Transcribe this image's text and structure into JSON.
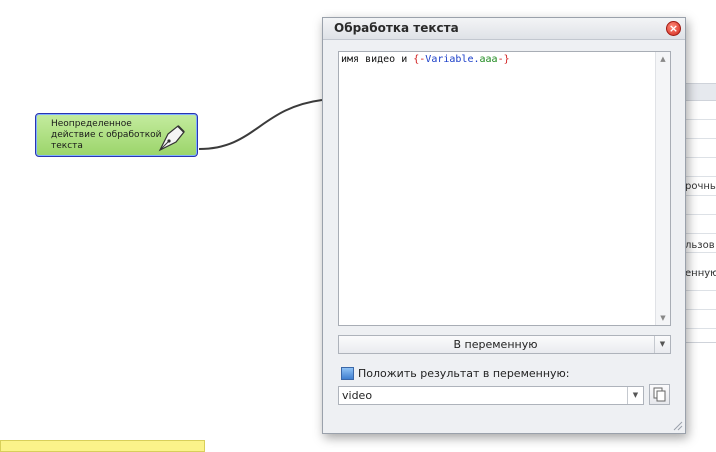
{
  "canvas": {
    "node": {
      "label": "Неопределенное действие с обработкой текста"
    },
    "background_panel_fragments": [
      "рочны",
      "льзов",
      "енную"
    ]
  },
  "dialog": {
    "title": "Обработка текста",
    "close_icon": "close-icon",
    "editor": {
      "prefix": "имя видео и ",
      "token_open": "{-",
      "token_var": "Variable",
      "token_dot": ".",
      "token_field": "aaa",
      "token_close": "-}"
    },
    "mode_select": {
      "value": "В переменную"
    },
    "checkbox": {
      "label": "Положить результат в переменную:"
    },
    "variable_select": {
      "value": "video"
    }
  },
  "colors": {
    "node_fill": "#9bd46a",
    "token_brace": "#d01a1a",
    "token_var": "#1a3ec8",
    "token_field": "#1e8a1e",
    "close_button": "#d2261b"
  }
}
